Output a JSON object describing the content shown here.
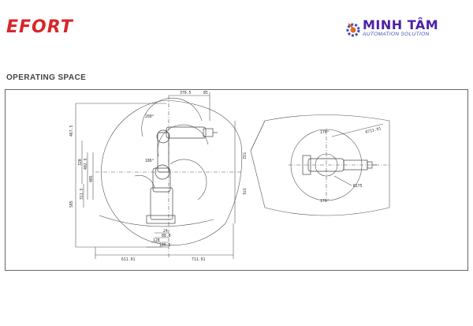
{
  "header": {
    "left_logo": "EFORT",
    "right_logo_name": "MINH TÂM",
    "right_logo_tagline": "AUTOMATION SOLUTION"
  },
  "section": {
    "title": "OPERATING SPACE"
  },
  "side_view": {
    "dim_top_1": "370.5",
    "dim_top_2": "85",
    "dim_left_1": "467.5",
    "dim_left_2": "320",
    "dim_left_3": "402.5",
    "dim_left_4": "405",
    "dim_left_5": "311.5",
    "dim_left_6": "585",
    "dim_right_1": "532",
    "dim_right_2": "376",
    "angle_1": "200°",
    "angle_2": "186°",
    "dim_bottom_1": "24",
    "dim_bottom_2": "88.8",
    "dim_bottom_3": "128",
    "dim_bottom_4": "180.5",
    "dim_width_left": "611.91",
    "dim_width_right": "711.91"
  },
  "top_view": {
    "angle_top": "170°",
    "angle_bottom": "170°",
    "radius_outer": "R711.91",
    "radius_inner": "R175"
  }
}
